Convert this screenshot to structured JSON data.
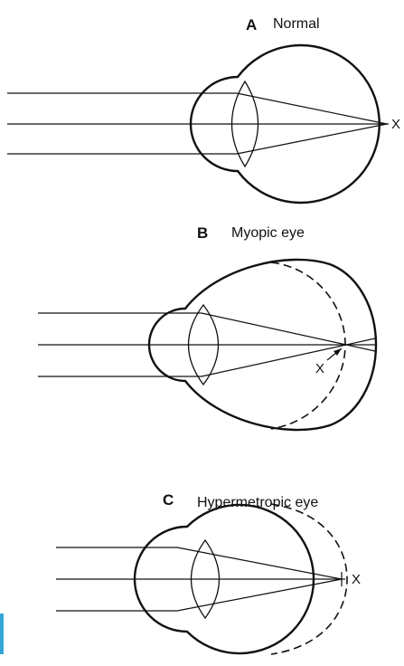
{
  "figure": {
    "panels": [
      {
        "letter": "A",
        "label": "Normal",
        "focus_mark": "X"
      },
      {
        "letter": "B",
        "label": "Myopic eye",
        "focus_mark": "X"
      },
      {
        "letter": "C",
        "label": "Hypermetropic eye",
        "focus_mark": "X"
      }
    ]
  },
  "colors": {
    "ink": "#111111",
    "edge_bar": "#33a7d8"
  }
}
